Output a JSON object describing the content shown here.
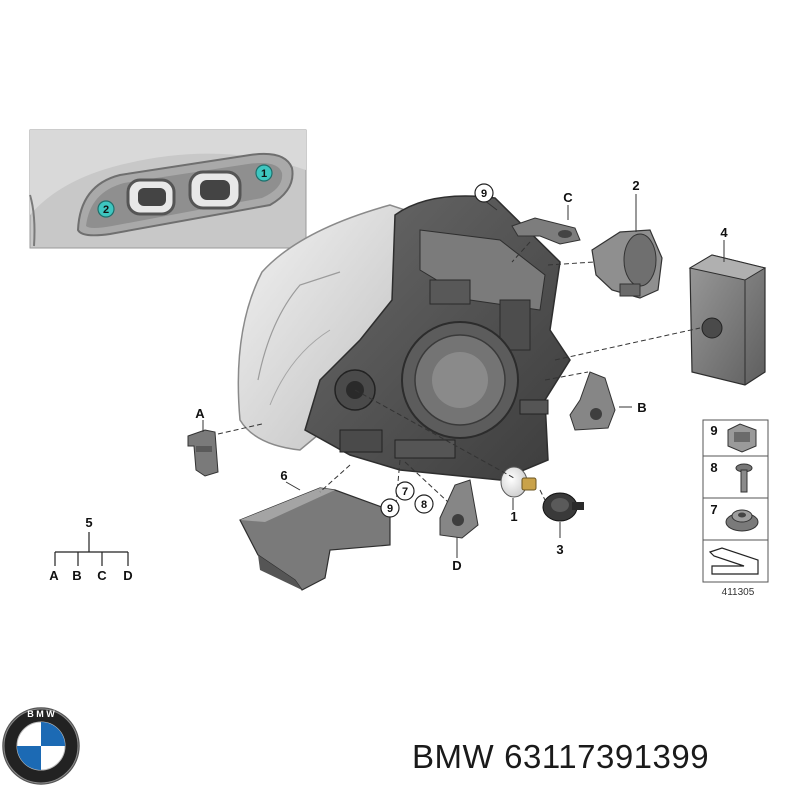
{
  "labels": {
    "main": [
      "1",
      "2",
      "3",
      "4",
      "5",
      "6",
      "7",
      "8",
      "9"
    ],
    "letters": [
      "A",
      "B",
      "C",
      "D"
    ]
  },
  "inset_callouts": [
    "1",
    "2"
  ],
  "tree": {
    "root": "5",
    "leaves": [
      "A",
      "B",
      "C",
      "D"
    ]
  },
  "legend": {
    "items": [
      "9",
      "8",
      "7"
    ],
    "ref_number": "411305"
  },
  "footer": {
    "brand": "BMW",
    "part_number": "63117391399"
  },
  "colors": {
    "callout_teal": "#3ec6c0",
    "part_gray": "#8a8a8a",
    "dark_gray": "#3a3a3a"
  },
  "icons": {
    "logo": "bmw-roundel-icon"
  }
}
